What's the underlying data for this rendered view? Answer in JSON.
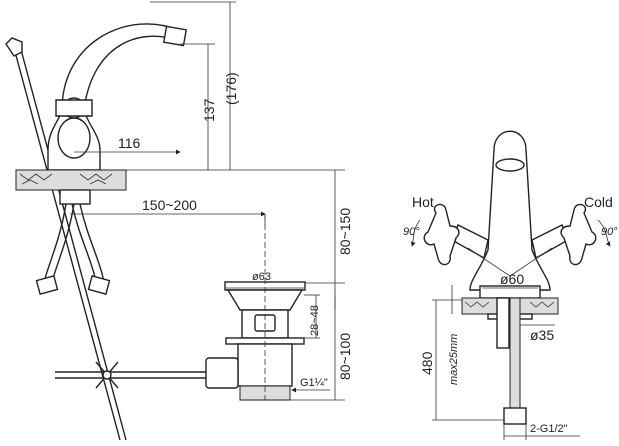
{
  "drawing": {
    "left_view": {
      "reach": "116",
      "spout_height": "137",
      "total_height": "(176)",
      "drain_distance": "150~200",
      "above_drain": "80~150",
      "drain_diameter": "ø63",
      "drain_thickness": "28~48",
      "drain_depth": "80~100",
      "drain_thread": "G1¼\""
    },
    "right_view": {
      "hot_label": "Hot",
      "cold_label": "Cold",
      "hot_rotation": "90°",
      "cold_rotation": "90°",
      "base_diameter": "ø60",
      "shank_diameter": "ø35",
      "hose_length": "480",
      "max_thickness": "max25mm",
      "hose_thread": "2-G1/2\""
    }
  }
}
